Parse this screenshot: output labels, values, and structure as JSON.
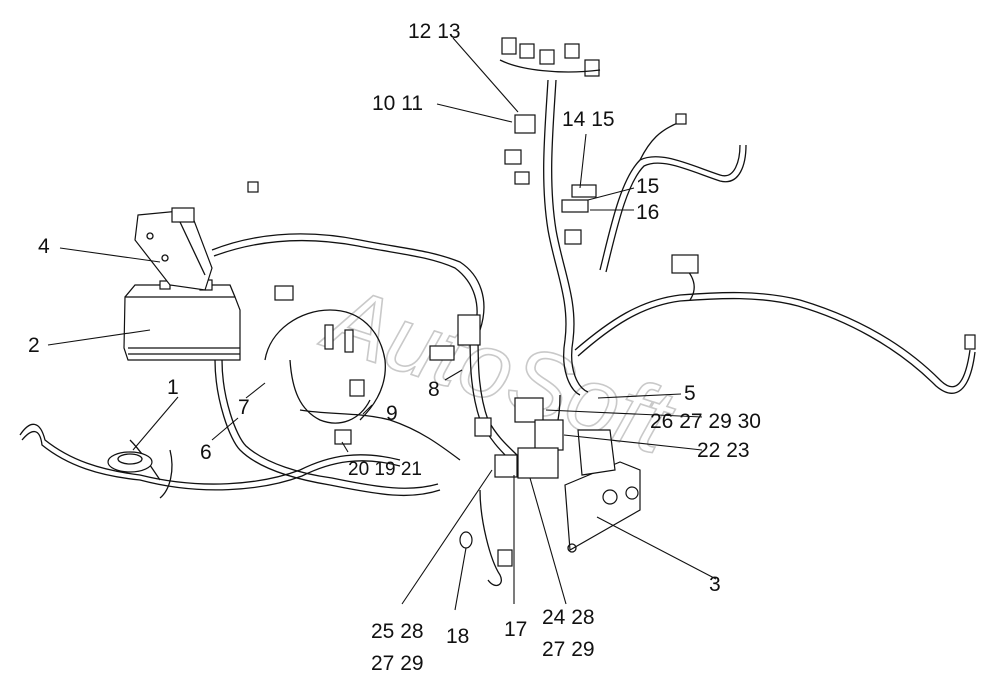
{
  "watermark": "AutoSoft",
  "callouts": {
    "c1": "1",
    "c2": "2",
    "c3": "3",
    "c4": "4",
    "c5": "5",
    "c6": "6",
    "c7": "7",
    "c8": "8",
    "c9": "9",
    "c10_11": "10 11",
    "c12_13": "12 13",
    "c14_15": "14 15",
    "c15": "15",
    "c16": "16",
    "c17": "17",
    "c18": "18",
    "c20_19_21": "20 19 21",
    "c22_23": "22 23",
    "c24_28": "24 28",
    "c27_29_b": "27 29",
    "c25_28": "25 28",
    "c27_29_a": "27 29",
    "c26_27_29_30": "26 27 29 30"
  }
}
